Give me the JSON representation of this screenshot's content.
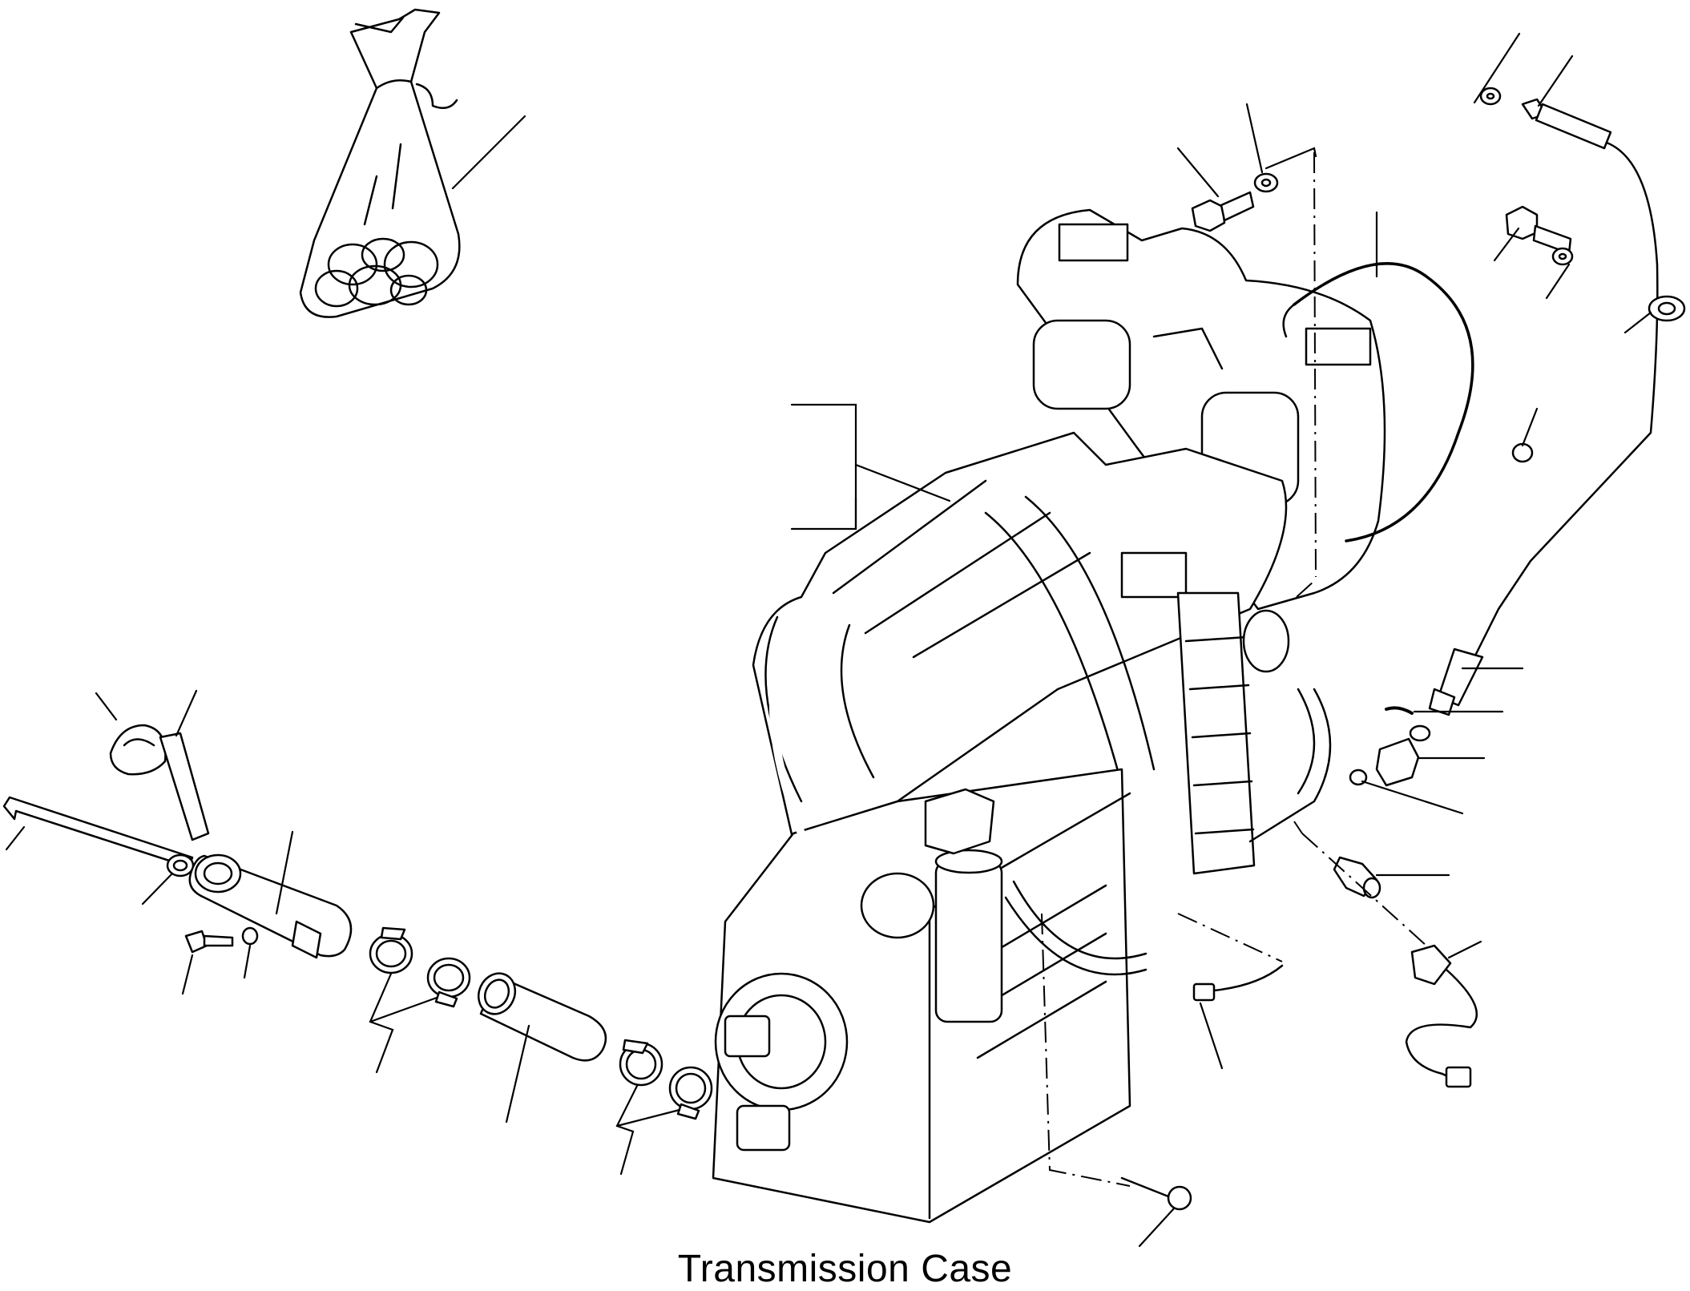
{
  "caption": "Transmission Case",
  "colors": {
    "line": "#000000",
    "background": "#ffffff"
  },
  "parts": [
    "seal-kit-bag",
    "transmission-case",
    "gasket",
    "bolt",
    "washer",
    "oil-tube",
    "grommet",
    "hose-clamp",
    "hose",
    "temperature-sensor",
    "speed-sensor",
    "plug",
    "elbow-fitting",
    "dipstick",
    "filler-tube",
    "breather-cap"
  ]
}
